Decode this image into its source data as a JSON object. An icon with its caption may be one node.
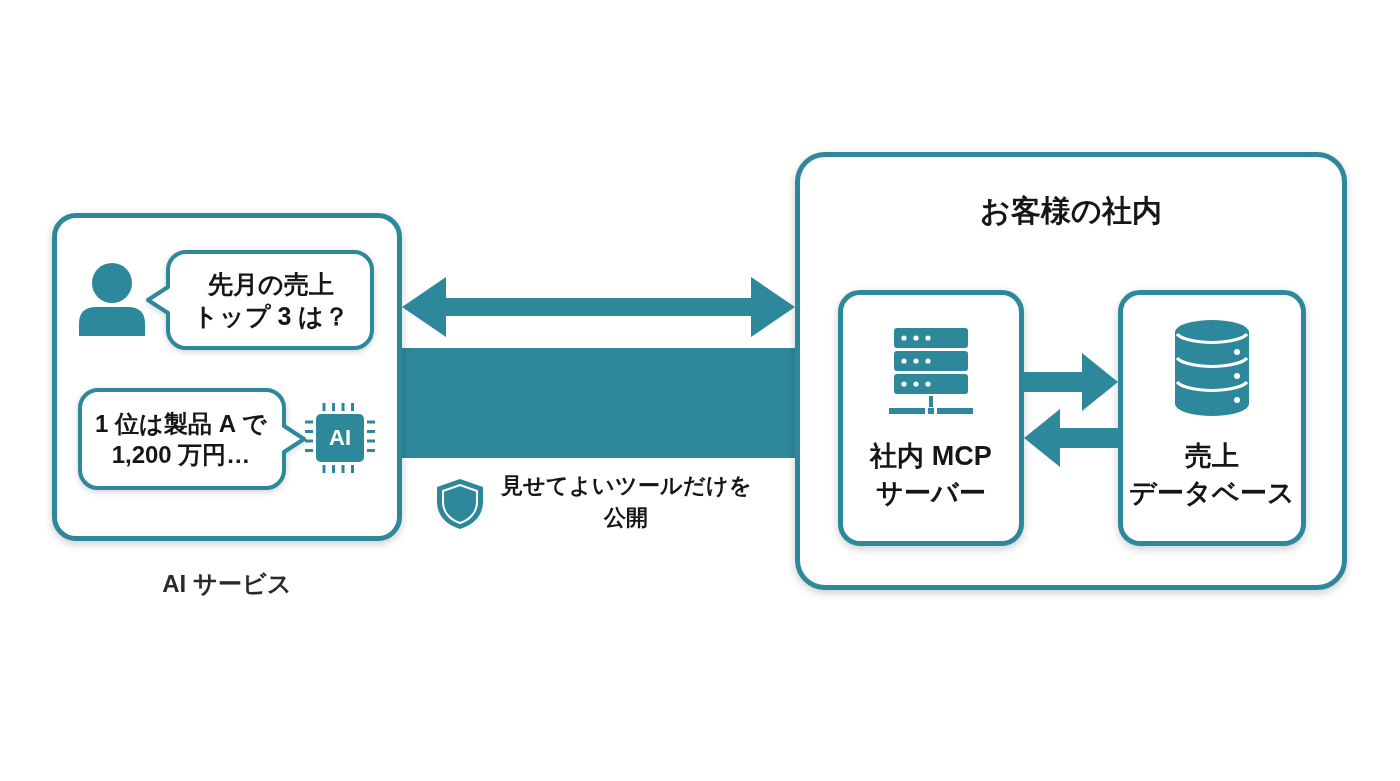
{
  "diagram": {
    "nodes": [
      {
        "text": [],
        "shape": "box",
        "beside": [
          "AI サービス"
        ]
      },
      {
        "text": [
          "先月の売上トップ 3 は？"
        ],
        "in": 0
      },
      {
        "text": [
          "1 位は製品 A で1,200 万円…"
        ],
        "in": 0
      },
      {
        "text": [
          "AI"
        ],
        "in": 0
      },
      {
        "text": [],
        "shape": "bar",
        "beside": [
          "見せてよいツールだけを公開"
        ]
      },
      {
        "text": [
          "お客様の社内"
        ]
      },
      {
        "text": [
          "社内 MCPサーバー"
        ],
        "in": 5
      },
      {
        "text": [
          "売上データベース"
        ],
        "in": 5
      }
    ],
    "edges": [
      {
        "from": 0,
        "to": 5,
        "arrow": "both"
      },
      {
        "from": 6,
        "to": 7,
        "arrow": "to"
      },
      {
        "from": 7,
        "to": 6,
        "arrow": "to"
      }
    ]
  }
}
